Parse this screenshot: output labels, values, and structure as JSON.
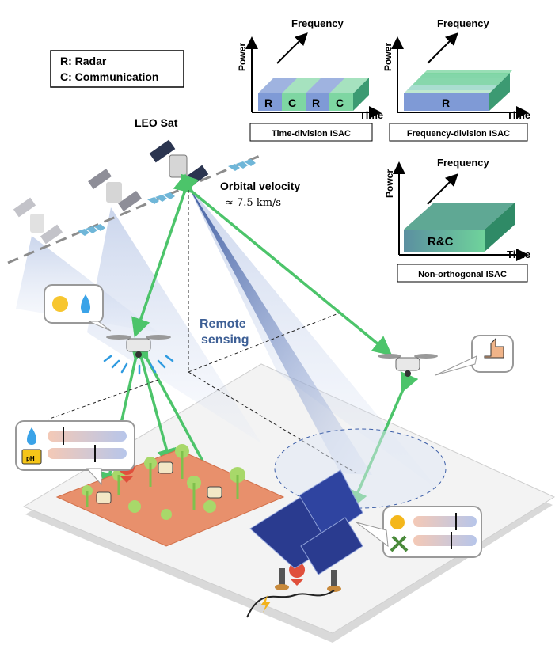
{
  "legend": {
    "radar": "R: Radar",
    "communication": "C: Communication"
  },
  "satellite": {
    "name": "LEO Sat",
    "velocity_label": "Orbital velocity",
    "velocity_value": "≈ 7.5 km/s"
  },
  "remote_sensing": {
    "line1": "Remote",
    "line2": "sensing"
  },
  "isac_panels": {
    "time_division": {
      "power_axis": "Power",
      "frequency_axis": "Frequency",
      "time_axis": "Time",
      "caption": "Time-division ISAC",
      "blocks": [
        "R",
        "C",
        "R",
        "C"
      ]
    },
    "frequency_division": {
      "power_axis": "Power",
      "frequency_axis": "Frequency",
      "time_axis": "Time",
      "caption": "Frequency-division ISAC",
      "block": "R"
    },
    "non_orthogonal": {
      "power_axis": "Power",
      "frequency_axis": "Frequency",
      "time_axis": "Time",
      "caption": "Non-orthogonal ISAC",
      "block": "R&C"
    }
  },
  "sensor_badge": {
    "ph_label": "pH"
  },
  "colors": {
    "radar_blue": "#7f9ad6",
    "comm_green": "#7ed6a2",
    "link_green": "#4cc46a",
    "beam_blue": "#3d5fa8",
    "field_orange": "#e0805c",
    "platform": "#f1f1f1"
  }
}
